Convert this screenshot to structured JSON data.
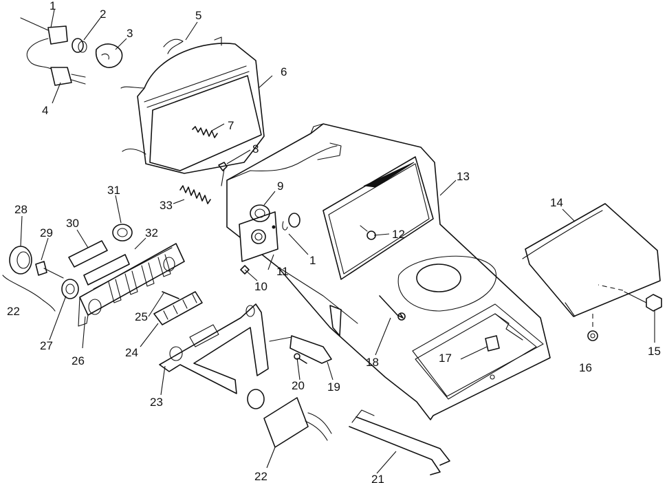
{
  "callouts": [
    "1",
    "2",
    "3",
    "5",
    "6",
    "4",
    "7",
    "8",
    "9",
    "13",
    "31",
    "28",
    "30",
    "32",
    "29",
    "33",
    "12",
    "14",
    "1",
    "22",
    "10",
    "11",
    "25",
    "27",
    "26",
    "24",
    "18",
    "17",
    "16",
    "15",
    "20",
    "19",
    "23",
    "21",
    "22"
  ]
}
